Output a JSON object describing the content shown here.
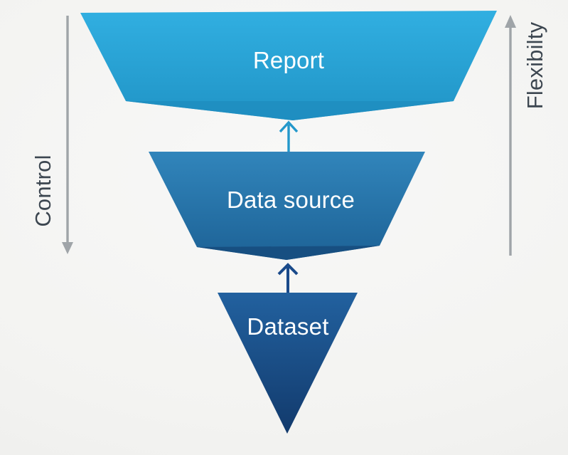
{
  "diagram": {
    "tiers": [
      {
        "id": "report",
        "label": "Report"
      },
      {
        "id": "data_source",
        "label": "Data source"
      },
      {
        "id": "dataset",
        "label": "Dataset"
      }
    ],
    "axis_labels": {
      "left": "Control",
      "right": "Flexibilty"
    },
    "arrows": {
      "left_axis_direction": "down",
      "right_axis_direction": "up",
      "dataset_to_datasource_direction": "up",
      "datasource_to_report_direction": "up"
    }
  },
  "colors": {
    "report_top": "#31AFE1",
    "report_bottom": "#2094C6",
    "report_dip": "#1E8DC0",
    "datasource_top": "#3185BB",
    "datasource_bottom": "#1D6296",
    "datasource_dip": "#174E80",
    "dataset_top": "#22619F",
    "dataset_bottom": "#123A6C",
    "arrow_teal": "#2398CB",
    "arrow_navy": "#1A4A8A",
    "axis_gray": "#9FA4A8",
    "tier_text": "#FFFFFF",
    "axis_text": "#3C4650"
  }
}
